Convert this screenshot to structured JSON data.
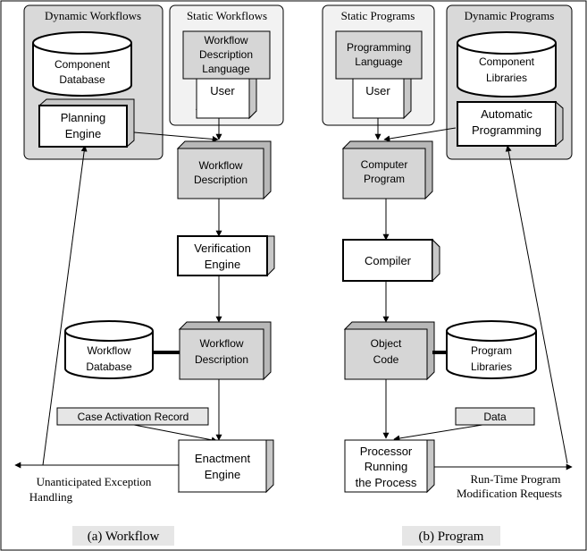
{
  "panels": {
    "dynamic_workflows": "Dynamic Workflows",
    "static_workflows": "Static Workflows",
    "static_programs": "Static Programs",
    "dynamic_programs": "Dynamic Programs"
  },
  "workflow": {
    "component_database": [
      "Component",
      "Database"
    ],
    "planning_engine": [
      "Planning",
      "Engine"
    ],
    "description_language": [
      "Workflow",
      "Description",
      "Language"
    ],
    "user": "User",
    "workflow_description_top": [
      "Workflow",
      "Description"
    ],
    "verification_engine": [
      "Verification",
      "Engine"
    ],
    "workflow_database": [
      "Workflow",
      "Database"
    ],
    "workflow_description_bottom": [
      "Workflow",
      "Description"
    ],
    "case_activation_record": "Case Activation Record",
    "enactment_engine": [
      "Enactment",
      "Engine"
    ],
    "exception_handling": [
      "Unanticipated Exception",
      "Handling"
    ],
    "caption": "(a) Workflow"
  },
  "program": {
    "programming_language": [
      "Programming",
      "Language"
    ],
    "user": "User",
    "component_libraries": [
      "Component",
      "Libraries"
    ],
    "automatic_programming": [
      "Automatic",
      "Programming"
    ],
    "computer_program": [
      "Computer",
      "Program"
    ],
    "compiler": "Compiler",
    "object_code": [
      "Object",
      "Code"
    ],
    "program_libraries": [
      "Program",
      "Libraries"
    ],
    "data": "Data",
    "processor": [
      "Processor",
      "Running",
      "the Process"
    ],
    "modification_requests": [
      "Run-Time Program",
      "Modification Requests"
    ],
    "caption": "(b) Program"
  },
  "colors": {
    "panel_dark": "#d9d9d9",
    "panel_light": "#f2f2f2",
    "shaded_box": "#d6d6d6",
    "border": "#000000"
  }
}
